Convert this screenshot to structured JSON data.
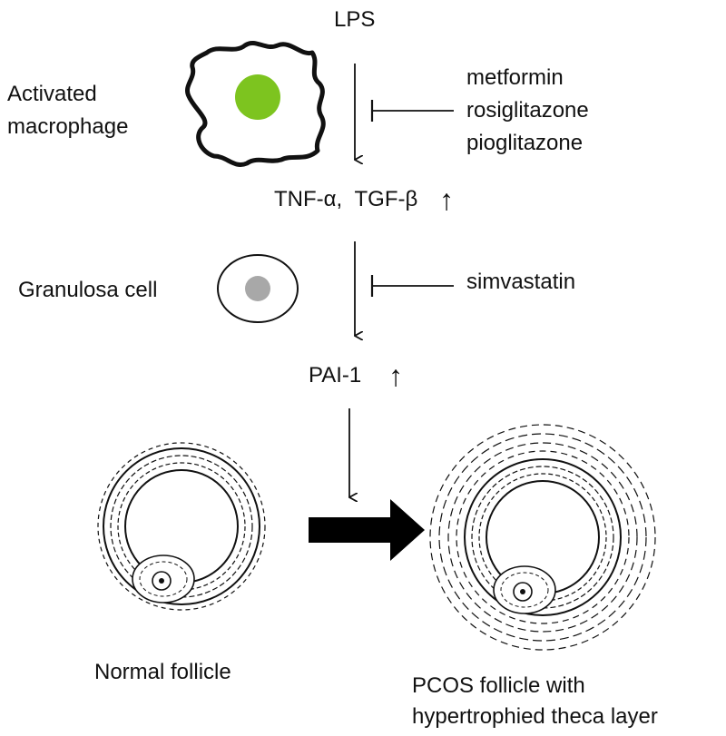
{
  "diagram": {
    "top_label": "LPS",
    "macrophage_label_line1": "Activated",
    "macrophage_label_line2": "macrophage",
    "drugs": [
      "metformin",
      "rosiglitazone",
      "pioglitazone"
    ],
    "cytokines_label": "TNF-α,  TGF-β",
    "granulosa_label": "Granulosa cell",
    "statin": "simvastatin",
    "pai_label": "PAI-1",
    "normal_follicle_label": "Normal follicle",
    "pcos_label_line1": "PCOS follicle with",
    "pcos_label_line2": "hypertrophied theca layer",
    "up_arrow_symbol": "↑",
    "colors": {
      "macrophage_nucleus": "#7dc41f",
      "granulosa_nucleus": "#a8a8a8"
    }
  }
}
